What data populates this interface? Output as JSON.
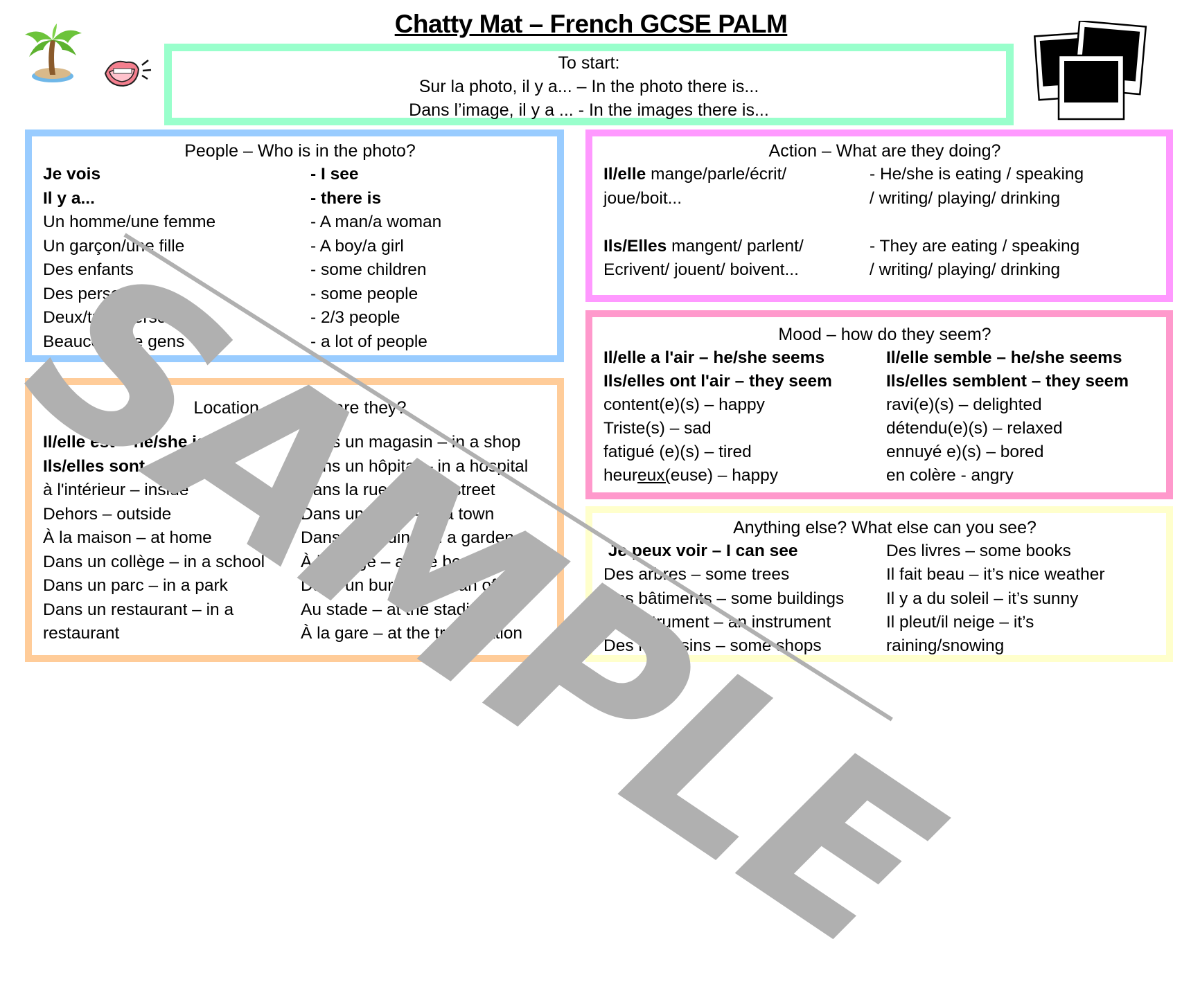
{
  "title": "Chatty Mat – French GCSE PALM",
  "icons": {
    "palm": "palm-tree-island-icon",
    "mouth": "speaking-mouth-icon",
    "photos": "polaroid-photos-icon"
  },
  "start": {
    "lines": [
      "To start:",
      "Sur la photo, il y a... – In the photo there is...",
      "Dans l’image, il y a ... - In the images there is..."
    ]
  },
  "people": {
    "heading": "People – Who is in the photo?",
    "rows": [
      {
        "fr": "Je vois",
        "en": "- I see",
        "bold": true
      },
      {
        "fr": "Il y a...",
        "en": "- there is",
        "bold": true
      },
      {
        "fr": "Un homme/une femme",
        "en": "- A man/a woman"
      },
      {
        "fr": "Un garçon/une fille",
        "en": "- A boy/a girl"
      },
      {
        "fr": "Des enfants",
        "en": "- some children"
      },
      {
        "fr": "Des personnes",
        "en": "- some people"
      },
      {
        "fr": "Deux/trois personnes",
        "en": "- 2/3 people"
      },
      {
        "fr": "Beaucoup de gens",
        "en": "- a lot of people"
      }
    ]
  },
  "action": {
    "heading": "Action – What are they doing?",
    "rows": [
      {
        "fr_bold": "Il/elle",
        "fr": " mange/parle/écrit/",
        "en": "- He/she is eating / speaking"
      },
      {
        "fr_bold": "",
        "fr": "joue/boit...",
        "en": " / writing/ playing/ drinking"
      },
      {
        "fr_bold": "",
        "fr": "",
        "en": ""
      },
      {
        "fr_bold": "Ils/Elles",
        "fr": " mangent/ parlent/",
        "en": "- They are eating / speaking"
      },
      {
        "fr_bold": "",
        "fr": "Ecrivent/ jouent/ boivent...",
        "en": "/ writing/ playing/ drinking"
      }
    ]
  },
  "mood": {
    "heading": "Mood – how do they seem?",
    "rows": [
      {
        "left": "Il/elle a l'air – he/she seems",
        "right": "Il/elle semble – he/she seems",
        "bold": true
      },
      {
        "left": "Ils/elles ont l'air – they seem",
        "right": "Ils/elles semblent – they seem",
        "bold": true
      },
      {
        "left": "content(e)(s) – happy",
        "right": "ravi(e)(s) – delighted"
      },
      {
        "left": "Triste(s) – sad",
        "right": "détendu(e)(s) – relaxed"
      },
      {
        "left": "fatigué (e)(s) – tired",
        "right": "ennuyé e)(s) – bored"
      },
      {
        "left_pre": "heur",
        "left_u": "eux(",
        "left_post": "euse) – happy",
        "right": "en colère - angry"
      }
    ]
  },
  "location": {
    "heading": "Location – Where are they?",
    "rows": [
      {
        "left": "Il/elle est – he/she is",
        "left_bold": true,
        "right": "Dans un magasin – in a shop"
      },
      {
        "left": "Ils/elles sont – they are",
        "left_bold": true,
        "right": "Dans un hôpital – in a hospital"
      },
      {
        "left": "à l'intérieur – inside",
        "right": "Dans la rue – in the street"
      },
      {
        "left": "Dehors – outside",
        "right": "Dans une ville – in a town"
      },
      {
        "left": "À la maison – at home",
        "right": "Dans un jardin – in a garden"
      },
      {
        "left": "Dans un collège – in a school",
        "right": "À la plage – at the beach"
      },
      {
        "left": "Dans un parc – in  a park",
        "right": "Dans un bureau – in an office"
      },
      {
        "left": "Dans un restaurant – in a",
        "right": "Au stade – at the stadium"
      },
      {
        "left": "restaurant",
        "right": "À la gare – at the train station"
      }
    ]
  },
  "anything": {
    "heading": "Anything else? What else can you see?",
    "rows": [
      {
        "left": " Je peux voir – I can see",
        "left_bold": true,
        "right": "Des livres – some books"
      },
      {
        "left": "Des arbres – some trees",
        "right": "Il fait beau – it’s nice weather"
      },
      {
        "left": "Des bâtiments – some buildings",
        "right": "Il y a du soleil – it’s sunny"
      },
      {
        "left": "Un instrument – an instrument",
        "right": "Il pleut/il neige – it’s"
      },
      {
        "left": "Des magasins – some shops",
        "right": "raining/snowing"
      }
    ]
  },
  "watermark": "SAMPLE",
  "colors": {
    "start_border": "#99ffcc",
    "people_border": "#99ccff",
    "action_border": "#ff99ff",
    "mood_border": "#ff99cc",
    "location_border": "#ffcc99",
    "anything_border": "#ffffcc",
    "watermark": "#b0b0b0"
  }
}
